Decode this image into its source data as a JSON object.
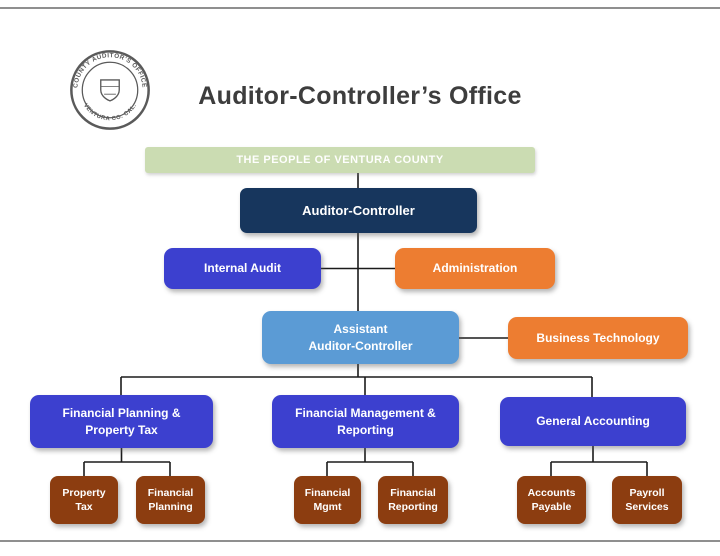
{
  "slide": {
    "title": "Auditor-Controller’s Office"
  },
  "seal": {
    "arc_top": "COUNTY AUDITOR'S OFFICE",
    "arc_bottom": "VENTURA CO. CAL."
  },
  "banner": {
    "label": "THE PEOPLE OF VENTURA COUNTY"
  },
  "nodes": {
    "auditor_controller": {
      "label": "Auditor-Controller"
    },
    "internal_audit": {
      "label": "Internal Audit"
    },
    "administration": {
      "label": "Administration"
    },
    "assistant": {
      "lines": [
        "Assistant",
        "Auditor-Controller"
      ]
    },
    "business_technology": {
      "label": "Business Technology"
    },
    "financial_planning_property_tax": {
      "lines": [
        "Financial Planning &",
        "Property Tax"
      ]
    },
    "financial_management_reporting": {
      "lines": [
        "Financial Management &",
        "Reporting"
      ]
    },
    "general_accounting": {
      "label": "General Accounting"
    },
    "property_tax": {
      "lines": [
        "Property",
        "Tax"
      ]
    },
    "financial_planning": {
      "lines": [
        "Financial",
        "Planning"
      ]
    },
    "financial_mgmt": {
      "lines": [
        "Financial",
        "Mgmt"
      ]
    },
    "financial_reporting": {
      "lines": [
        "Financial",
        "Reporting"
      ]
    },
    "accounts_payable": {
      "lines": [
        "Accounts",
        "Payable"
      ]
    },
    "payroll_services": {
      "lines": [
        "Payroll",
        "Services"
      ]
    }
  },
  "colors": {
    "navy": "#17365d",
    "royal": "#3c40cf",
    "orange": "#ed7d31",
    "lightblue": "#5b9bd5",
    "green": "#cbdcb2",
    "brown": "#8c3d10",
    "line": "#1b1b1b",
    "title": "#3d3d3d",
    "seal": "#5a5a5a"
  }
}
